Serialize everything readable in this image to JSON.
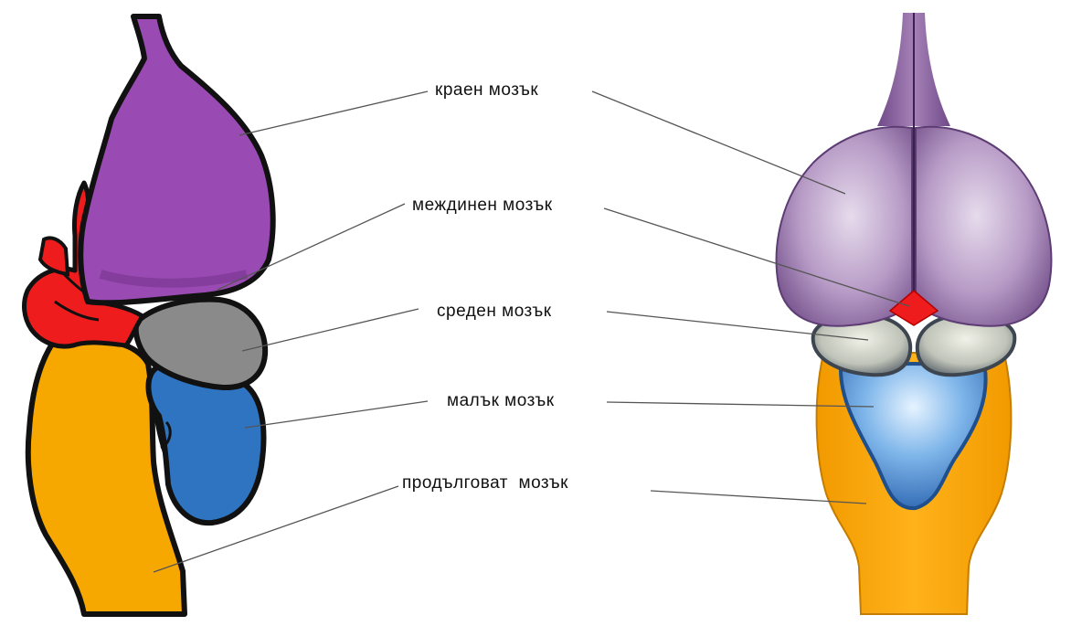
{
  "labels": {
    "telencephalon": "краен мозък",
    "diencephalon": "междинен мозък",
    "mesencephalon": "среден мозък",
    "cerebellum": "малък мозък",
    "medulla": "продълговат  мозък"
  },
  "colors": {
    "telencephalon": "#9a4bb3",
    "diencephalon": "#ee1c1c",
    "mesencephalon": "#8a8a8a",
    "cerebellum": "#2f74c0",
    "medulla": "#f7a800",
    "outline": "#111111",
    "leader_line": "#555555"
  }
}
